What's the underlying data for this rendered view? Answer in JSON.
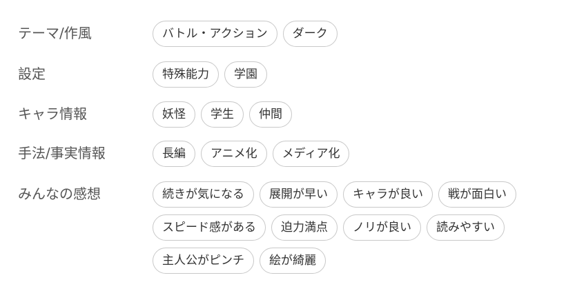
{
  "rows": [
    {
      "label": "テーマ/作風",
      "tags": [
        "バトル・アクション",
        "ダーク"
      ]
    },
    {
      "label": "設定",
      "tags": [
        "特殊能力",
        "学園"
      ]
    },
    {
      "label": "キャラ情報",
      "tags": [
        "妖怪",
        "学生",
        "仲間"
      ]
    },
    {
      "label": "手法/事実情報",
      "tags": [
        "長編",
        "アニメ化",
        "メディア化"
      ]
    },
    {
      "label": "みんなの感想",
      "tags": [
        "続きが気になる",
        "展開が早い",
        "キャラが良い",
        "戦が面白い",
        "スピード感がある",
        "迫力満点",
        "ノリが良い",
        "読みやすい",
        "主人公がピンチ",
        "絵が綺麗"
      ]
    }
  ],
  "colors": {
    "label_text": "#555555",
    "chip_text": "#333333",
    "chip_border": "#c8c8c8",
    "background": "#ffffff"
  }
}
